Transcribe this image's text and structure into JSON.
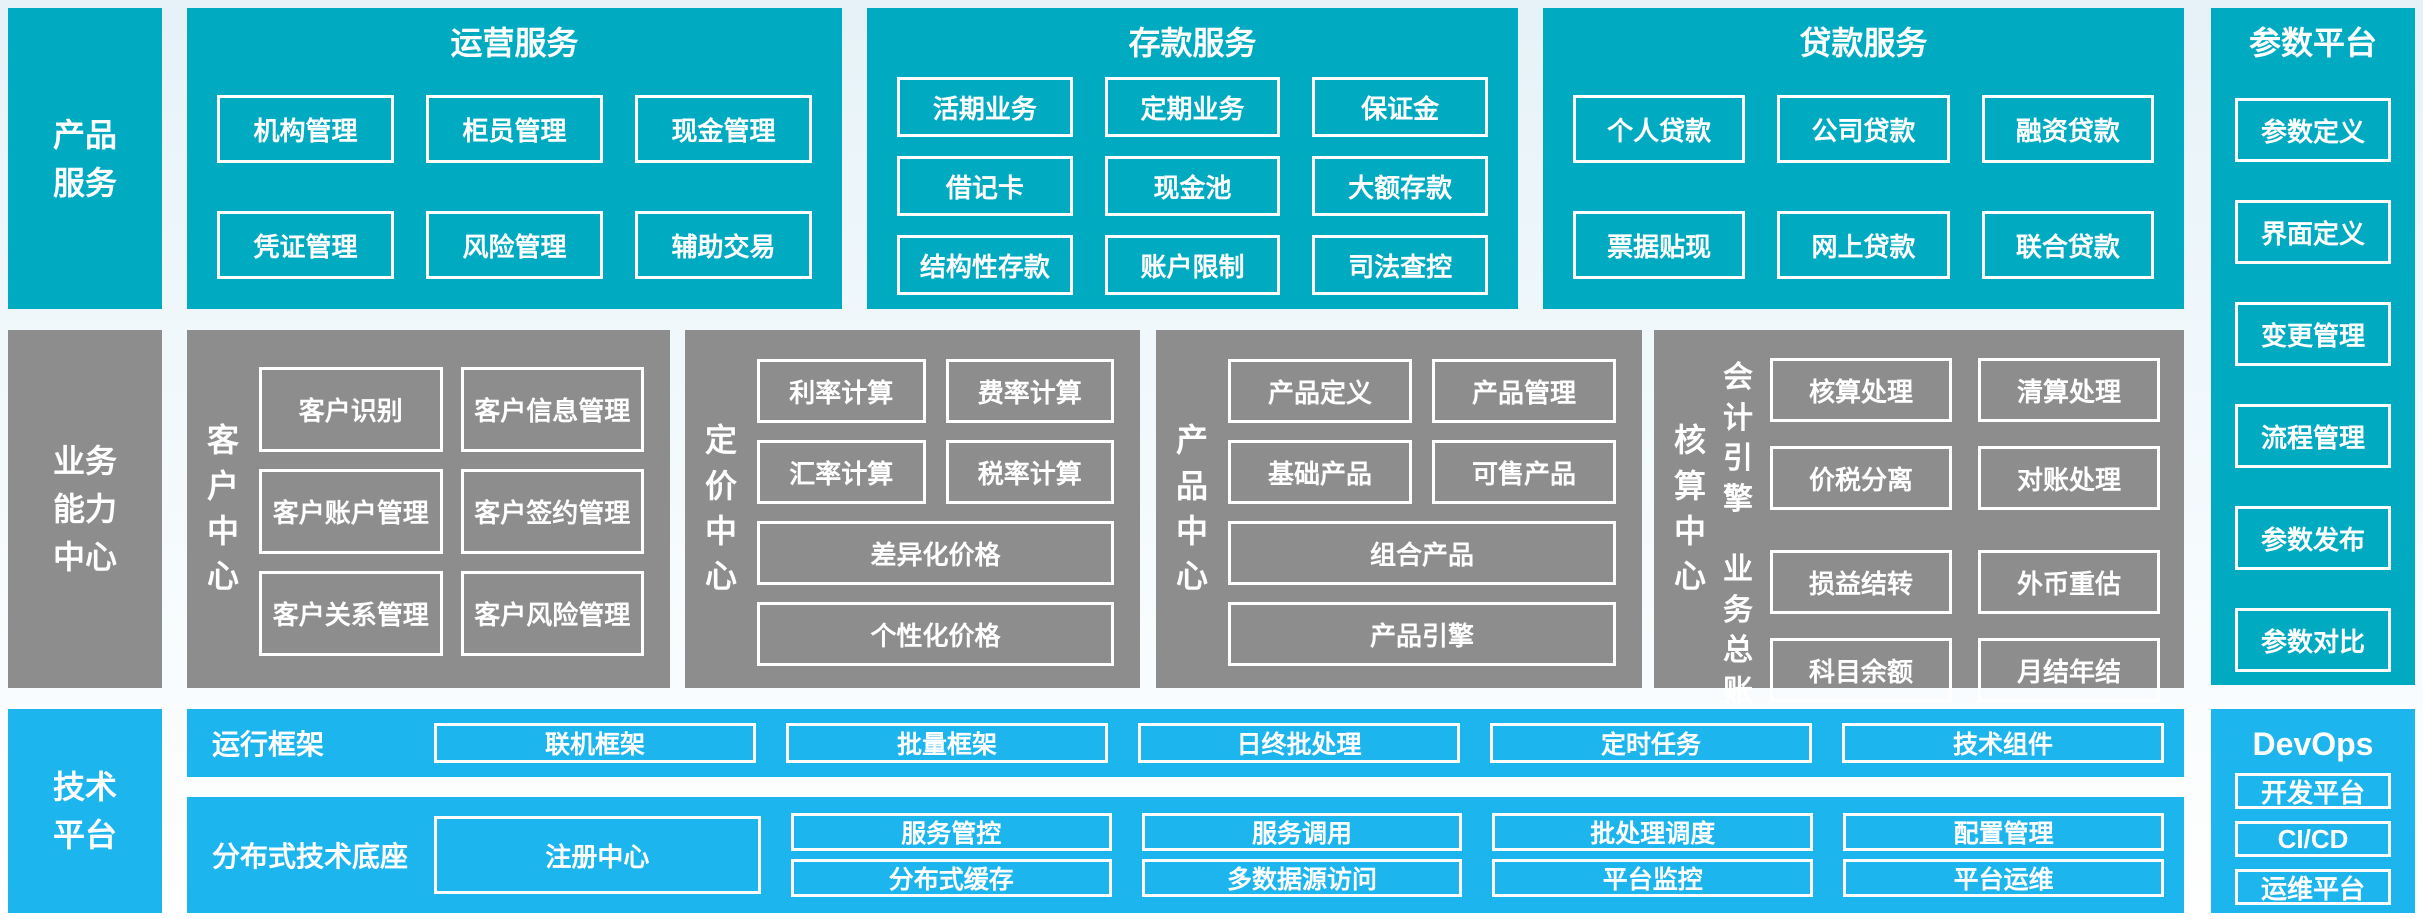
{
  "colors": {
    "teal": "#00ABC2",
    "gray": "#8D8D8D",
    "blue": "#1CB5EE",
    "text": "#FFFFFF",
    "background_top": "#E6F2F8",
    "background_bottom": "#FFFFFF"
  },
  "sidebar": {
    "product_services": [
      "产品",
      "服务"
    ],
    "business_capability": [
      "业务",
      "能力",
      "中心"
    ],
    "tech_platform": [
      "技术",
      "平台"
    ]
  },
  "top": {
    "operations": {
      "title": "运营服务",
      "items": [
        "机构管理",
        "柜员管理",
        "现金管理",
        "凭证管理",
        "风险管理",
        "辅助交易"
      ]
    },
    "deposit": {
      "title": "存款服务",
      "items": [
        "活期业务",
        "定期业务",
        "保证金",
        "借记卡",
        "现金池",
        "大额存款",
        "结构性存款",
        "账户限制",
        "司法查控"
      ]
    },
    "loan": {
      "title": "贷款服务",
      "items": [
        "个人贷款",
        "公司贷款",
        "融资贷款",
        "票据贴现",
        "网上贷款",
        "联合贷款"
      ]
    },
    "param_platform": {
      "title": "参数平台",
      "items": [
        "参数定义",
        "界面定义",
        "变更管理",
        "流程管理",
        "参数发布",
        "参数对比"
      ]
    }
  },
  "middle": {
    "customer": {
      "label": "客户中心",
      "items": [
        "客户识别",
        "客户信息管理",
        "客户账户管理",
        "客户签约管理",
        "客户关系管理",
        "客户风险管理"
      ]
    },
    "pricing": {
      "label": "定价中心",
      "items": [
        "利率计算",
        "费率计算",
        "汇率计算",
        "税率计算"
      ],
      "wide_items": [
        "差异化价格",
        "个性化价格"
      ]
    },
    "product": {
      "label": "产品中心",
      "items": [
        "产品定义",
        "产品管理",
        "基础产品",
        "可售产品"
      ],
      "wide_items": [
        "组合产品",
        "产品引擎"
      ]
    },
    "accounting": {
      "label": "核算中心",
      "groups": [
        {
          "label": "会计引擎",
          "items": [
            "核算处理",
            "清算处理",
            "价税分离",
            "对账处理"
          ]
        },
        {
          "label": "业务总账",
          "items": [
            "损益结转",
            "外币重估",
            "科目余额",
            "月结年结"
          ]
        }
      ]
    }
  },
  "bottom": {
    "runtime": {
      "label": "运行框架",
      "items": [
        "联机框架",
        "批量框架",
        "日终批处理",
        "定时任务",
        "技术组件"
      ]
    },
    "distributed": {
      "label": "分布式技术底座",
      "registry": "注册中心",
      "columns": [
        [
          "服务管控",
          "分布式缓存"
        ],
        [
          "服务调用",
          "多数据源访问"
        ],
        [
          "批处理调度",
          "平台监控"
        ],
        [
          "配置管理",
          "平台运维"
        ]
      ]
    },
    "devops": {
      "title": "DevOps",
      "items": [
        "开发平台",
        "CI/CD",
        "运维平台"
      ]
    }
  }
}
